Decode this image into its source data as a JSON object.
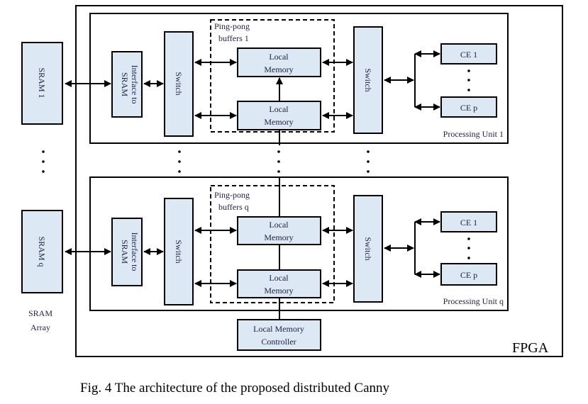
{
  "figure": {
    "caption": "Fig.  4 The architecture of the proposed distributed Canny",
    "fpga_label": "FPGA",
    "sram_array_label": [
      "SRAM",
      "Array"
    ],
    "srams": [
      {
        "label": "SRAM 1"
      },
      {
        "label": "SRAM q"
      }
    ],
    "processing_units": [
      {
        "label": "Processing Unit 1",
        "interface_label": [
          "Interface to",
          "SRAM"
        ],
        "switch_left": "Switch",
        "switch_right": "Switch",
        "pingpong_label": [
          "Ping-pong",
          "buffers 1"
        ],
        "memories": [
          [
            "Local",
            "Memory"
          ],
          [
            "Local",
            "Memory"
          ]
        ],
        "ces": [
          "CE 1",
          "CE p"
        ]
      },
      {
        "label": "Processing Unit q",
        "interface_label": [
          "Interface to",
          "SRAM"
        ],
        "switch_left": "Switch",
        "switch_right": "Switch",
        "pingpong_label": [
          "Ping-pong",
          "buffers q"
        ],
        "memories": [
          [
            "Local",
            "Memory"
          ],
          [
            "Local",
            "Memory"
          ]
        ],
        "ces": [
          "CE 1",
          "CE p"
        ]
      }
    ],
    "controller_label": [
      "Local Memory",
      "Controller"
    ]
  }
}
